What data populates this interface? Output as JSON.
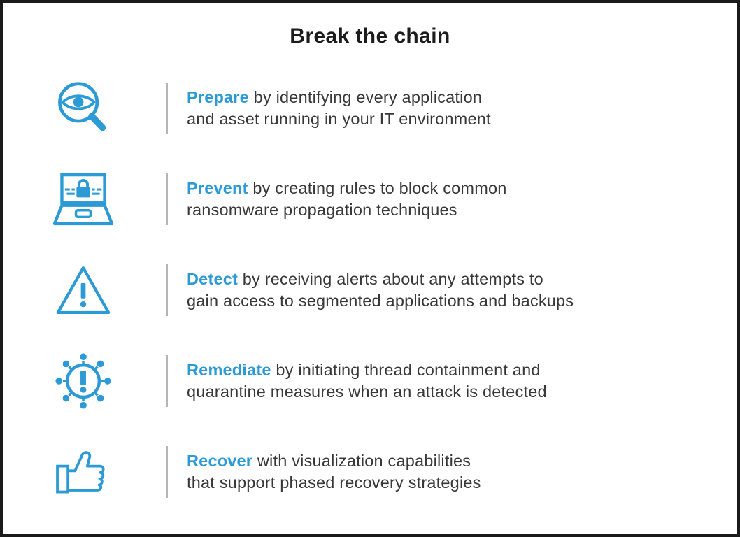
{
  "title": "Break the chain",
  "colors": {
    "accent": "#2b9ad5",
    "text": "#383838",
    "divider": "#b5b5b5",
    "border": "#1a1a1a",
    "background": "#ffffff"
  },
  "steps": [
    {
      "keyword": "Prepare",
      "rest1": "by identifying every application",
      "line2": "and asset running in your IT environment",
      "icon": "eye-magnifier-icon"
    },
    {
      "keyword": "Prevent",
      "rest1": "by creating rules to block common",
      "line2": "ransomware propagation techniques",
      "icon": "laptop-lock-icon"
    },
    {
      "keyword": "Detect",
      "rest1": "by receiving alerts about any attempts to",
      "line2": "gain access to segmented applications and backups",
      "icon": "warning-triangle-icon"
    },
    {
      "keyword": "Remediate",
      "rest1": "by initiating thread containment and",
      "line2": "quarantine measures when an attack is detected",
      "icon": "virus-alert-icon"
    },
    {
      "keyword": "Recover",
      "rest1": "with visualization capabilities",
      "line2": "that support phased recovery strategies",
      "icon": "thumbs-up-icon"
    }
  ]
}
